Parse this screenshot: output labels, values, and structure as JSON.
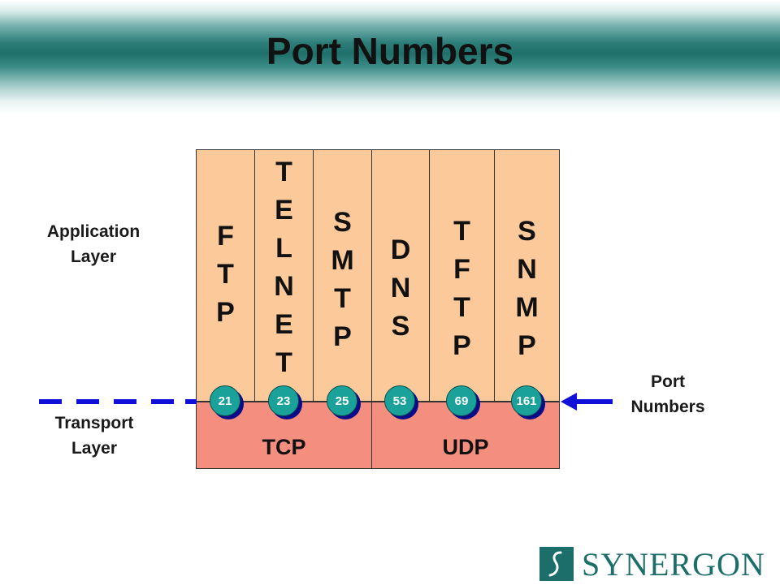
{
  "title": "Port Numbers",
  "labels": {
    "application_layer": "Application\nLayer",
    "transport_layer": "Transport\nLayer",
    "port_numbers": "Port\nNumbers"
  },
  "protocols": [
    {
      "name": "FTP",
      "stacked": "F\nT\nP"
    },
    {
      "name": "TELNET",
      "stacked": "T\nE\nL\nN\nE\nT"
    },
    {
      "name": "SMTP",
      "stacked": "S\nM\nT\nP"
    },
    {
      "name": "DNS",
      "stacked": "D\nN\nS"
    },
    {
      "name": "TFTP",
      "stacked": "T\nF\nT\nP"
    },
    {
      "name": "SNMP",
      "stacked": "S\nN\nM\nP"
    }
  ],
  "ports": [
    "21",
    "23",
    "25",
    "53",
    "69",
    "161"
  ],
  "transport": [
    {
      "name": "TCP"
    },
    {
      "name": "UDP"
    }
  ],
  "logo": {
    "text": "SYNERGON",
    "color": "#1b6e6a"
  },
  "colors": {
    "application": "#fbc99a",
    "transport": "#f48e7e",
    "port_badge": "#1aa29a",
    "arrow": "#1010d8"
  }
}
